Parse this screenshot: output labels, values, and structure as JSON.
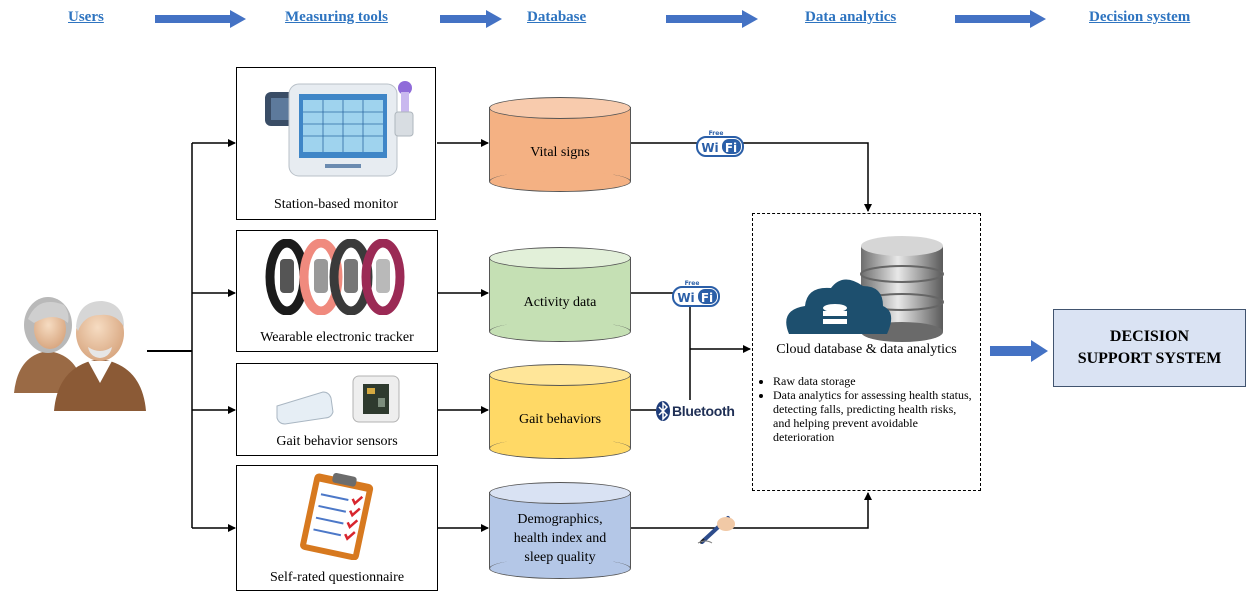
{
  "header": {
    "stages": [
      "Users",
      "Measuring tools",
      "Database",
      "Data analytics",
      "Decision system"
    ]
  },
  "tools": {
    "station": "Station-based monitor",
    "wearable": "Wearable electronic tracker",
    "gait": "Gait behavior sensors",
    "questionnaire": "Self-rated questionnaire"
  },
  "databases": {
    "vital": "Vital signs",
    "activity": "Activity data",
    "gait": "Gait behaviors",
    "demo_lines": [
      "Demographics,",
      "health index and",
      "sleep quality"
    ]
  },
  "cloud": {
    "title": "Cloud database & data analytics",
    "bullets": [
      "Raw data storage",
      "Data analytics for assessing health status, detecting falls, predicting health risks, and helping prevent avoidable deterioration"
    ]
  },
  "decision": {
    "line1": "DECISION",
    "line2": "SUPPORT SYSTEM"
  },
  "connectivity": {
    "wifi_top": "Free",
    "wifi_main": "Wi",
    "wifi_fi": "Fi",
    "bluetooth": "Bluetooth"
  },
  "colors": {
    "header_text": "#2e74c0",
    "arrow_blue": "#4472c4",
    "vital_fill": "#f4b183",
    "activity_fill": "#c5e0b4",
    "gait_fill": "#ffd966",
    "demo_fill": "#b4c7e7",
    "decision_fill": "#dae3f3"
  }
}
